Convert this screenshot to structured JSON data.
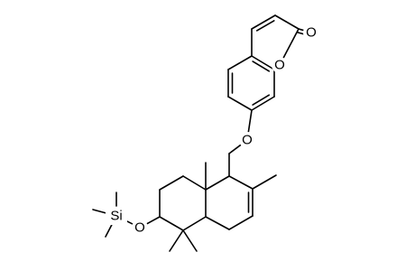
{
  "diagram": {
    "kind": "chemical-structure",
    "colors": {
      "bond": "#000000",
      "background": "#ffffff"
    },
    "atom_labels": {
      "carbonyl_oxygen": "O",
      "ring_oxygen": "O",
      "ether_oxygen": "O",
      "silyl_ether_oxygen": "O",
      "silicon": "Si"
    }
  }
}
